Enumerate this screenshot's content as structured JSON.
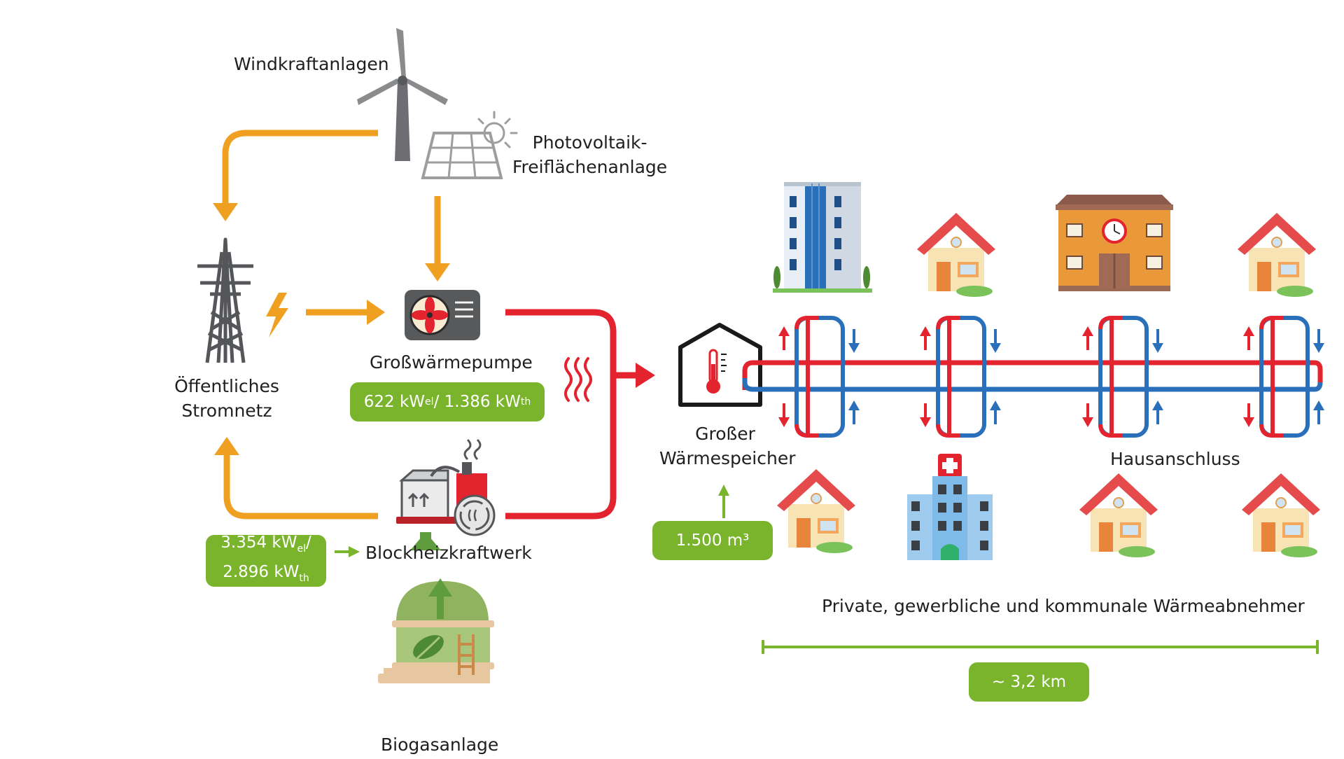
{
  "colors": {
    "orange": "#f0a020",
    "red": "#e3232e",
    "blue": "#2a6fba",
    "green": "#7ab42c",
    "dark_green": "#5e9c3d",
    "gray": "#6d6e71"
  },
  "sources": {
    "wind_label": "Windkraftanlagen",
    "pv_label_line1": "Photovoltaik-",
    "pv_label_line2": "Freiflächenanlage",
    "grid_label_line1": "Öffentliches",
    "grid_label_line2": "Stromnetz",
    "biogas_label": "Biogasanlage"
  },
  "heat_pump": {
    "label": "Großwärmepumpe",
    "badge": {
      "el_value": "622 kW",
      "el_sub": "el",
      "th_value": "/ 1.386 kW",
      "th_sub": "th"
    }
  },
  "chp": {
    "label": "Blockheizkraftwerk",
    "badge": {
      "el_value": "3.354 kW",
      "el_sub": "el",
      "el_sep": "/",
      "th_value": "2.896 kW",
      "th_sub": "th"
    }
  },
  "storage": {
    "label_line1": "Großer",
    "label_line2": "Wärmespeicher",
    "volume": "1.500 m³"
  },
  "network": {
    "house_connection_label": "Hausanschluss",
    "consumers_label": "Private, gewerbliche und kommunale Wärmeabnehmer",
    "length": "~ 3,2 km"
  },
  "icons": [
    "wind-turbine-icon",
    "solar-panel-icon",
    "pylon-icon",
    "lightning-icon",
    "heat-pump-icon",
    "heat-waves-icon",
    "chp-plant-icon",
    "biogas-plant-icon",
    "storage-house-icon",
    "apartment-building-icon",
    "house-icon",
    "town-hall-icon",
    "hospital-icon"
  ]
}
